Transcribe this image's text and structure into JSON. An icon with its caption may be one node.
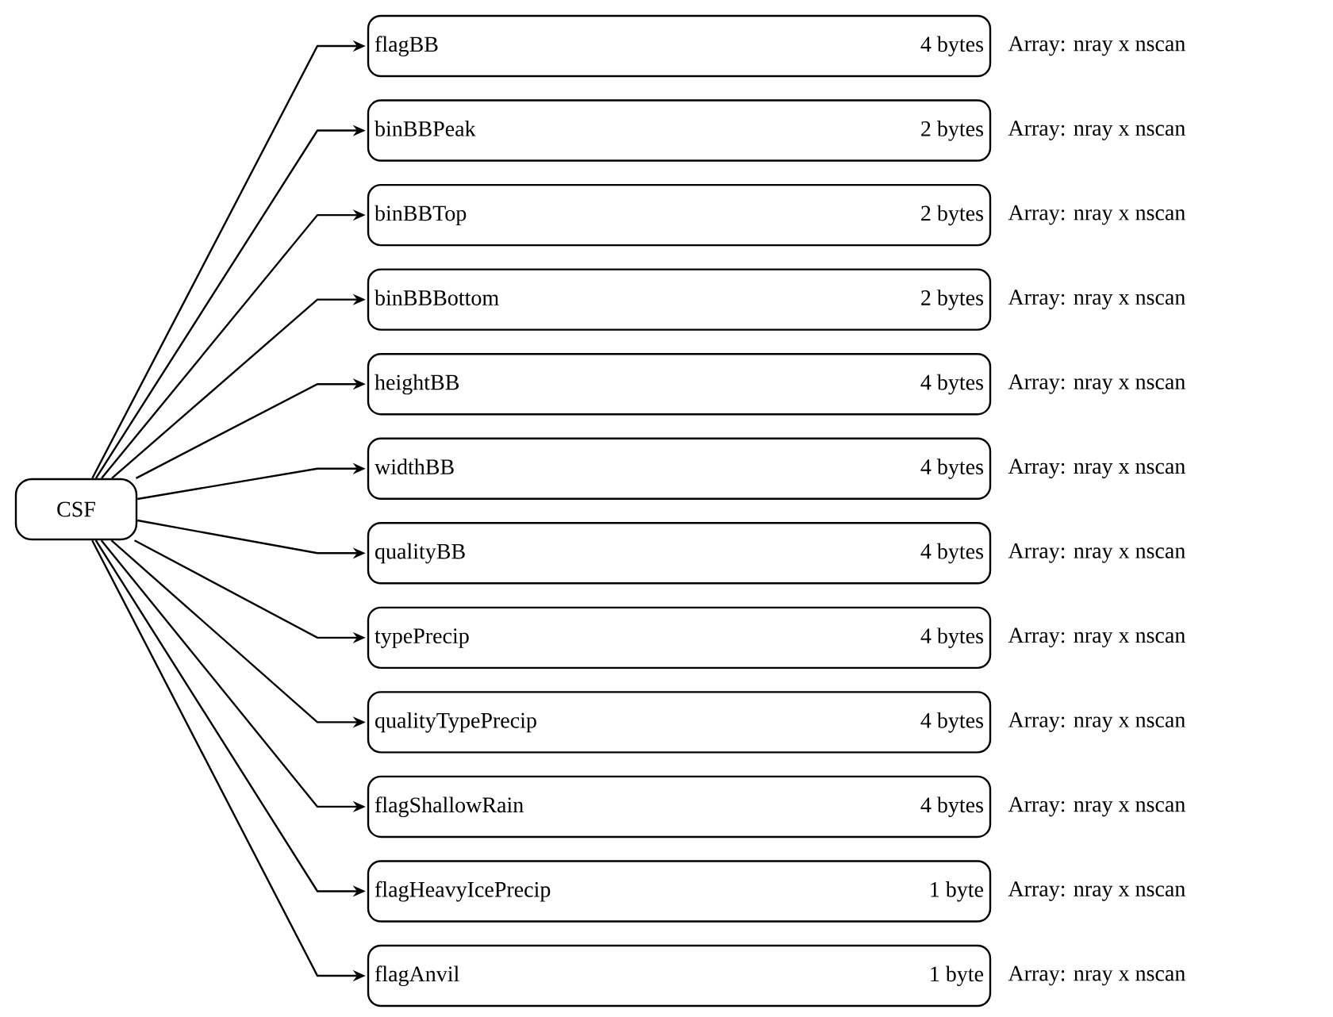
{
  "diagram": {
    "nodes": [
      {
        "text": [
          "CSF"
        ]
      },
      {
        "text": [
          "flagBB",
          "4 bytes"
        ],
        "beside": [
          "Array: nray x nscan"
        ]
      },
      {
        "text": [
          "binBBPeak",
          "2 bytes"
        ],
        "beside": [
          "Array: nray x nscan"
        ]
      },
      {
        "text": [
          "binBBTop",
          "2 bytes"
        ],
        "beside": [
          "Array: nray x nscan"
        ]
      },
      {
        "text": [
          "binBBBottom",
          "2 bytes"
        ],
        "beside": [
          "Array: nray x nscan"
        ]
      },
      {
        "text": [
          "heightBB",
          "4 bytes"
        ],
        "beside": [
          "Array: nray x nscan"
        ]
      },
      {
        "text": [
          "widthBB",
          "4 bytes"
        ],
        "beside": [
          "Array: nray x nscan"
        ]
      },
      {
        "text": [
          "qualityBB",
          "4 bytes"
        ],
        "beside": [
          "Array: nray x nscan"
        ]
      },
      {
        "text": [
          "typePrecip",
          "4 bytes"
        ],
        "beside": [
          "Array: nray x nscan"
        ]
      },
      {
        "text": [
          "qualityTypePrecip",
          "4 bytes"
        ],
        "beside": [
          "Array: nray x nscan"
        ]
      },
      {
        "text": [
          "flagShallowRain",
          "4 bytes"
        ],
        "beside": [
          "Array: nray x nscan"
        ]
      },
      {
        "text": [
          "flagHeavyIcePrecip",
          "1 byte"
        ],
        "beside": [
          "Array: nray x nscan"
        ]
      },
      {
        "text": [
          "flagAnvil",
          "1 byte"
        ],
        "beside": [
          "Array: nray x nscan"
        ]
      }
    ],
    "edges": [
      {
        "from": 0,
        "to": 1,
        "arrow": "to"
      },
      {
        "from": 0,
        "to": 2,
        "arrow": "to"
      },
      {
        "from": 0,
        "to": 3,
        "arrow": "to"
      },
      {
        "from": 0,
        "to": 4,
        "arrow": "to"
      },
      {
        "from": 0,
        "to": 5,
        "arrow": "to"
      },
      {
        "from": 0,
        "to": 6,
        "arrow": "to"
      },
      {
        "from": 0,
        "to": 7,
        "arrow": "to"
      },
      {
        "from": 0,
        "to": 8,
        "arrow": "to"
      },
      {
        "from": 0,
        "to": 9,
        "arrow": "to"
      },
      {
        "from": 0,
        "to": 10,
        "arrow": "to"
      },
      {
        "from": 0,
        "to": 11,
        "arrow": "to"
      },
      {
        "from": 0,
        "to": 12,
        "arrow": "to"
      }
    ]
  }
}
